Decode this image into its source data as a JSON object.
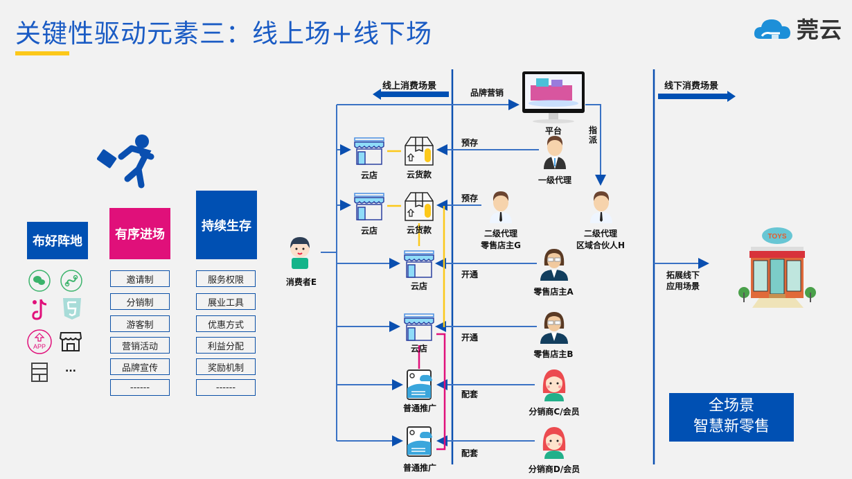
{
  "header": {
    "title": "关键性驱动元素三：线上场+线下场",
    "logo_text": "莞云",
    "logo_icon": "cloud-logo-icon"
  },
  "left": {
    "hero_icon": "running-businessman-icon",
    "pillars": [
      {
        "label": "布好阵地",
        "color": "#0050b3"
      },
      {
        "label": "有序进场",
        "color": "#e0107a"
      },
      {
        "label": "持续生存",
        "color": "#0050b3"
      }
    ],
    "channel_icons": [
      "wechat-icon",
      "mini-program-icon",
      "douyin-icon",
      "html5-icon",
      "app-icon",
      "store-icon",
      "shop-window-icon"
    ],
    "channel_more": "...",
    "entry_tags": [
      "邀请制",
      "分销制",
      "游客制",
      "营销活动",
      "品牌宣传",
      "------"
    ],
    "survival_tags": [
      "服务权限",
      "展业工具",
      "优惠方式",
      "利益分配",
      "奖励机制",
      "------"
    ]
  },
  "diagram": {
    "online_scene": "线上消费场景",
    "offline_scene": "线下消费场景",
    "brand_marketing": "品牌营销",
    "platform": "平台",
    "assign": [
      "指",
      "派"
    ],
    "consumer": "消费者E",
    "nodes": {
      "cloud_store": "云店",
      "cloud_goods": "云货款",
      "promo": "普通推广"
    },
    "edges": {
      "prestore": "预存",
      "open": "开通",
      "bundle": "配套"
    },
    "people": {
      "agent_l1": "一级代理",
      "agent_l2_g": [
        "二级代理",
        "零售店主G"
      ],
      "agent_l2_h": [
        "二级代理",
        "区域合伙人H"
      ],
      "retailer_a": "零售店主A",
      "retailer_b": "零售店主B",
      "dist_c": "分销商C/会员",
      "dist_d": "分销商D/会员"
    },
    "expand_offline": [
      "拓展线下",
      "应用场景"
    ],
    "summary": [
      "全场景",
      "智慧新零售"
    ],
    "colors": {
      "primary": "#0050b3",
      "line": "#3a72c4",
      "accent_yellow": "#fcc81a",
      "accent_pink": "#e0107a"
    }
  }
}
